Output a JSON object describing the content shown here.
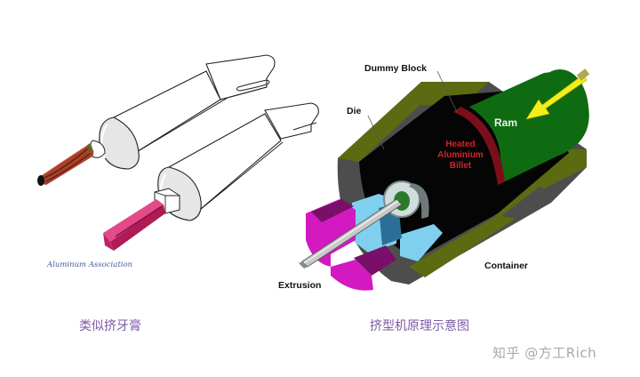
{
  "left_figure": {
    "title": "Toothpaste-tube analogy of extrusion",
    "credit": "Aluminum Association",
    "caption": "类似挤牙膏"
  },
  "right_figure": {
    "title": "Extrusion press schematic",
    "labels": {
      "dummy_block": "Dummy Block",
      "die": "Die",
      "ram": "Ram",
      "billet_line1": "Heated",
      "billet_line2": "Aluminium",
      "billet_line3": "Billet",
      "container": "Container",
      "extrusion": "Extrusion"
    },
    "caption": "挤型机原理示意图"
  },
  "watermark": "知乎 @方工Rich",
  "colors": {
    "caption": "#7d5aa6",
    "container_olive": "#5b6b12",
    "container_gray": "#4d4d4d",
    "ram_green": "#0f6b12",
    "billet_black": "#050505",
    "billet_red": "#7a0f1a",
    "billet_text": "#d0242e",
    "die_cyan": "#7fd0ee",
    "die_magenta": "#d21ac0",
    "arrow_yellow": "#f3ee1a",
    "paste_red": "#a8402a",
    "profile_pink": "#d5246a"
  }
}
